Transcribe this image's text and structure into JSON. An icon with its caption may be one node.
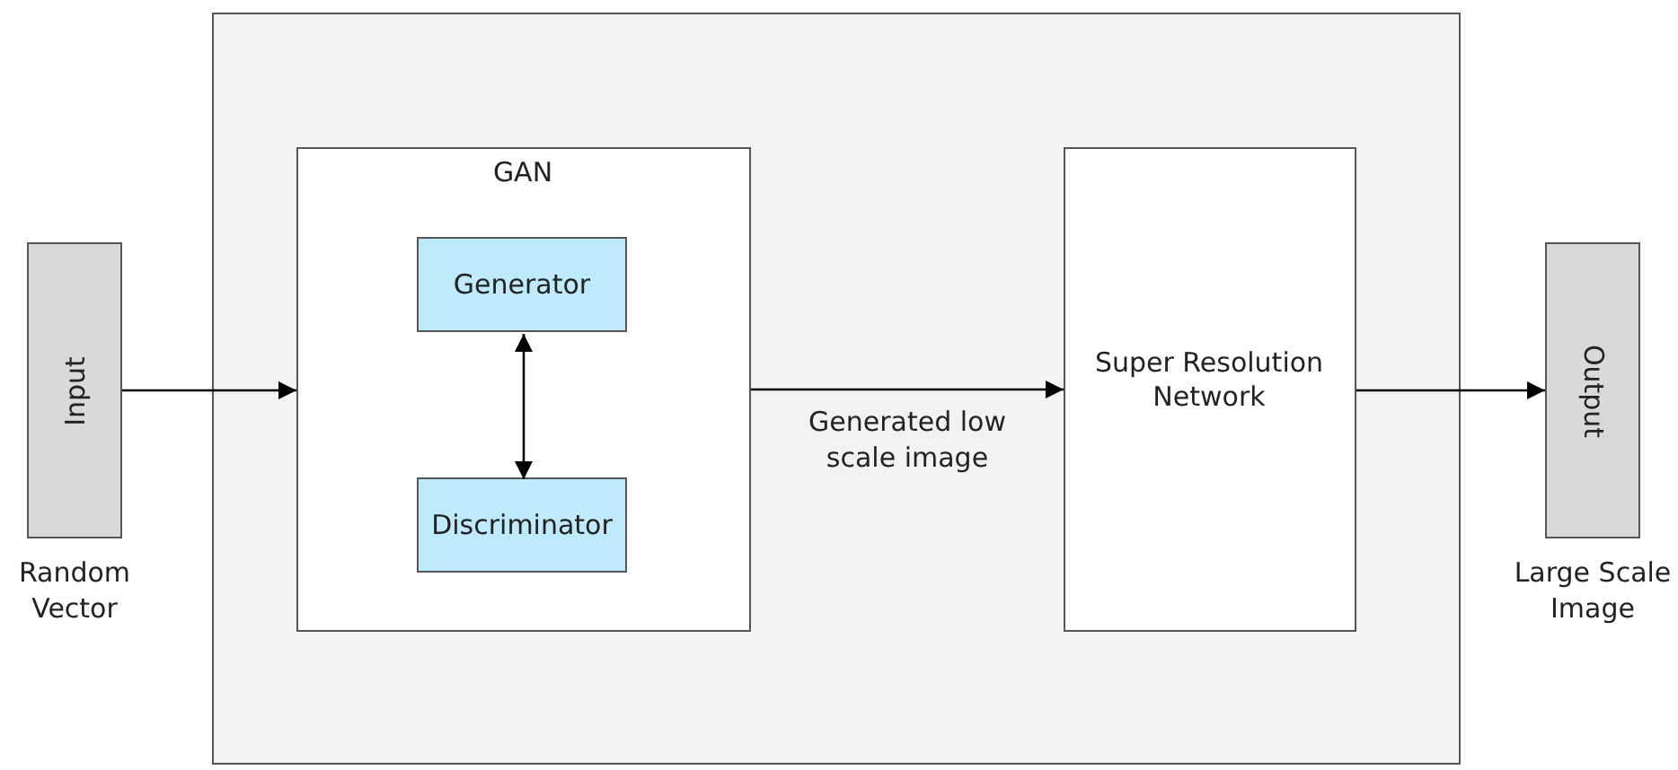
{
  "diagram": {
    "nodes": [
      {
        "text": [
          "Input"
        ],
        "beside": [
          "Random Vector"
        ]
      },
      {
        "text": [],
        "shape": "box"
      },
      {
        "text": [
          "GAN"
        ],
        "in": 1
      },
      {
        "text": [
          "Generator"
        ],
        "in": 2
      },
      {
        "text": [
          "Discriminator"
        ],
        "in": 2
      },
      {
        "text": [
          "Super Resolution Network"
        ],
        "in": 1
      },
      {
        "text": [
          "Output"
        ],
        "beside": [
          "Large Scale Image"
        ]
      }
    ],
    "edges": [
      {
        "from": 0,
        "to": 2,
        "arrow": "to"
      },
      {
        "from": 3,
        "to": 4,
        "arrow": "both"
      },
      {
        "from": 2,
        "to": 5,
        "arrow": "to",
        "label": "Generated low scale image"
      },
      {
        "from": 5,
        "to": 6,
        "arrow": "to"
      }
    ]
  }
}
